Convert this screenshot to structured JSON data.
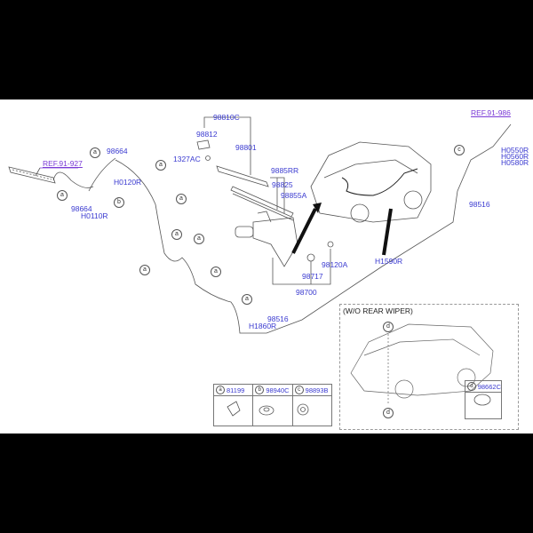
{
  "diagram": {
    "type": "exploded parts diagram",
    "subject": "Rear wiper and washer system",
    "colors": {
      "part_number": "#3a3ad0",
      "reference": "#7a3ad6",
      "lines": "#555555"
    },
    "references": {
      "ref_left": "REF.91-927",
      "ref_right": "REF.91-986"
    },
    "parts": {
      "p98664_top": "98664",
      "p98664_bottom": "98664",
      "h0120r": "H0120R",
      "h0110r": "H0110R",
      "p98810c": "98810C",
      "p98812": "98812",
      "p98801": "98801",
      "p1327ac": "1327AC",
      "p9885rr": "9885RR",
      "p98825": "98825",
      "p98855a": "98855A",
      "p98120a": "98120A",
      "p98717": "98717",
      "p98700": "98700",
      "h1590r": "H1590R",
      "h0550r": "H0550R",
      "h0560r": "H0560R",
      "h0580r": "H0580R",
      "p98516_right": "98516",
      "p98516_bottom": "98516",
      "h1860r": "H1860R"
    },
    "callouts": {
      "a": "a",
      "b": "b",
      "c": "c",
      "d": "d"
    },
    "legend": [
      {
        "key": "a",
        "part": "81199"
      },
      {
        "key": "b",
        "part": "98940C"
      },
      {
        "key": "c",
        "part": "98893B"
      }
    ],
    "variant_box": {
      "title": "(W/O REAR WIPER)",
      "legend": {
        "key": "d",
        "part": "98662C"
      }
    }
  }
}
